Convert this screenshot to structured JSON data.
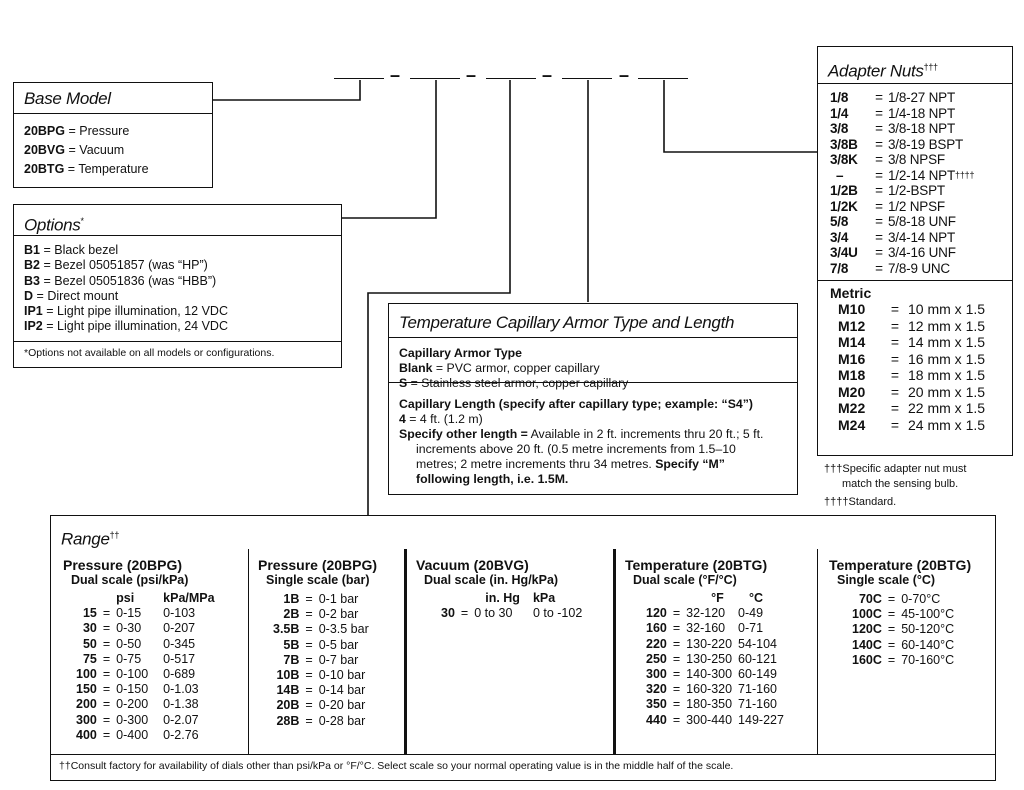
{
  "base_model": {
    "title": "Base Model",
    "items": [
      {
        "code": "20BPG",
        "desc": "Pressure"
      },
      {
        "code": "20BVG",
        "desc": "Vacuum"
      },
      {
        "code": "20BTG",
        "desc": "Temperature"
      }
    ]
  },
  "options": {
    "title": "Options",
    "mark": "*",
    "items": [
      {
        "code": "B1",
        "desc": "Black bezel"
      },
      {
        "code": "B2",
        "desc": "Bezel 05051857 (was “HP”)"
      },
      {
        "code": "B3",
        "desc": "Bezel 05051836 (was “HBB”)"
      },
      {
        "code": "D",
        "desc": "Direct mount"
      },
      {
        "code": "IP1",
        "desc": "Light pipe illumination, 12 VDC"
      },
      {
        "code": "IP2",
        "desc": "Light pipe illumination, 24 VDC"
      }
    ],
    "note_mark": "*",
    "note": "Options not available on all models or configurations."
  },
  "capillary": {
    "title": "Temperature Capillary Armor Type and Length",
    "armor_heading": "Capillary Armor Type",
    "armor_items": [
      {
        "code": "Blank",
        "desc": "PVC armor, copper capillary"
      },
      {
        "code": "S",
        "desc": "Stainless steel armor, copper capillary"
      }
    ],
    "length_heading": "Capillary Length (specify after capillary type; example: “S4”)",
    "length_code": "4",
    "length_desc": "4 ft. (1.2 m)",
    "other_label": "Specify other length =",
    "other_line1": "Available in 2 ft. increments thru 20 ft.; 5 ft.",
    "other_line2": "increments above 20 ft. (0.5 metre increments from 1.5–10",
    "other_line3": "metres; 2 metre increments thru 34 metres.",
    "other_bold1": "Specify “M”",
    "other_bold2": "following length, i.e. 1.5M."
  },
  "adapter_nuts": {
    "title": "Adapter Nuts",
    "mark": "†††",
    "items": [
      {
        "code": "1/8",
        "desc": "1/8-27 NPT",
        "mark": ""
      },
      {
        "code": "1/4",
        "desc": "1/4-18 NPT",
        "mark": ""
      },
      {
        "code": "3/8",
        "desc": "3/8-18 NPT",
        "mark": ""
      },
      {
        "code": "3/8B",
        "desc": "3/8-19 BSPT",
        "mark": ""
      },
      {
        "code": "3/8K",
        "desc": "3/8 NPSF",
        "mark": ""
      },
      {
        "code": "–",
        "desc": "1/2-14 NPT",
        "mark": "††††"
      },
      {
        "code": "1/2B",
        "desc": "1/2-BSPT",
        "mark": ""
      },
      {
        "code": "1/2K",
        "desc": "1/2 NPSF",
        "mark": ""
      },
      {
        "code": "5/8",
        "desc": "5/8-18 UNF",
        "mark": ""
      },
      {
        "code": "3/4",
        "desc": "3/4-14 NPT",
        "mark": ""
      },
      {
        "code": "3/4U",
        "desc": "3/4-16 UNF",
        "mark": ""
      },
      {
        "code": "7/8",
        "desc": "7/8-9 UNC",
        "mark": ""
      }
    ],
    "metric_title": "Metric",
    "metric_items": [
      {
        "code": "M10",
        "desc": "10 mm x 1.5"
      },
      {
        "code": "M12",
        "desc": "12 mm x 1.5"
      },
      {
        "code": "M14",
        "desc": "14 mm x 1.5"
      },
      {
        "code": "M16",
        "desc": "16 mm x 1.5"
      },
      {
        "code": "M18",
        "desc": "18 mm x 1.5"
      },
      {
        "code": "M20",
        "desc": "20 mm x 1.5"
      },
      {
        "code": "M22",
        "desc": "22 mm x 1.5"
      },
      {
        "code": "M24",
        "desc": "24 mm x 1.5"
      }
    ],
    "note1_mark": "†††",
    "note1_line1": "Specific adapter nut must",
    "note1_line2": "match the sensing bulb.",
    "note2_mark": "††††",
    "note2": "Standard."
  },
  "range": {
    "title": "Range",
    "mark": "††",
    "pressure_dual": {
      "heading": "Pressure (20BPG)",
      "sub": "Dual scale (psi/kPa)",
      "col1": "psi",
      "col2": "kPa/MPa",
      "rows": [
        {
          "code": "15",
          "v1": "0-15",
          "v2": "0-103"
        },
        {
          "code": "30",
          "v1": "0-30",
          "v2": "0-207"
        },
        {
          "code": "50",
          "v1": "0-50",
          "v2": "0-345"
        },
        {
          "code": "75",
          "v1": "0-75",
          "v2": "0-517"
        },
        {
          "code": "100",
          "v1": "0-100",
          "v2": "0-689"
        },
        {
          "code": "150",
          "v1": "0-150",
          "v2": "0-1.03"
        },
        {
          "code": "200",
          "v1": "0-200",
          "v2": "0-1.38"
        },
        {
          "code": "300",
          "v1": "0-300",
          "v2": "0-2.07"
        },
        {
          "code": "400",
          "v1": "0-400",
          "v2": "0-2.76"
        }
      ]
    },
    "pressure_single": {
      "heading": "Pressure (20BPG)",
      "sub": "Single scale (bar)",
      "rows": [
        {
          "code": "1B",
          "v1": "0-1 bar"
        },
        {
          "code": "2B",
          "v1": "0-2 bar"
        },
        {
          "code": "3.5B",
          "v1": "0-3.5 bar"
        },
        {
          "code": "5B",
          "v1": "0-5 bar"
        },
        {
          "code": "7B",
          "v1": "0-7 bar"
        },
        {
          "code": "10B",
          "v1": "0-10 bar"
        },
        {
          "code": "14B",
          "v1": "0-14 bar"
        },
        {
          "code": "20B",
          "v1": "0-20 bar"
        },
        {
          "code": "28B",
          "v1": "0-28 bar"
        }
      ]
    },
    "vacuum": {
      "heading": "Vacuum (20BVG)",
      "sub": "Dual scale (in. Hg/kPa)",
      "col1": "in. Hg",
      "col2": "kPa",
      "rows": [
        {
          "code": "30",
          "v1": "0 to 30",
          "v2": "0 to -102"
        }
      ]
    },
    "temp_dual": {
      "heading": "Temperature (20BTG)",
      "sub": "Dual scale (°F/°C)",
      "col1": "°F",
      "col2": "°C",
      "rows": [
        {
          "code": "120",
          "v1": "32-120",
          "v2": "0-49"
        },
        {
          "code": "160",
          "v1": "32-160",
          "v2": "0-71"
        },
        {
          "code": "220",
          "v1": "130-220",
          "v2": "54-104"
        },
        {
          "code": "250",
          "v1": "130-250",
          "v2": "60-121"
        },
        {
          "code": "300",
          "v1": "140-300",
          "v2": "60-149"
        },
        {
          "code": "320",
          "v1": "160-320",
          "v2": "71-160"
        },
        {
          "code": "350",
          "v1": "180-350",
          "v2": "71-160"
        },
        {
          "code": "440",
          "v1": "300-440",
          "v2": "149-227"
        }
      ]
    },
    "temp_single": {
      "heading": "Temperature (20BTG)",
      "sub": "Single scale (°C)",
      "rows": [
        {
          "code": "70C",
          "v1": "0-70°C"
        },
        {
          "code": "100C",
          "v1": "45-100°C"
        },
        {
          "code": "120C",
          "v1": "50-120°C"
        },
        {
          "code": "140C",
          "v1": "60-140°C"
        },
        {
          "code": "160C",
          "v1": "70-160°C"
        }
      ]
    },
    "note_mark": "††",
    "note": "Consult factory for availability of dials other than psi/kPa or °F/°C. Select scale so your normal operating value is in the middle half of the scale."
  },
  "eq": "="
}
